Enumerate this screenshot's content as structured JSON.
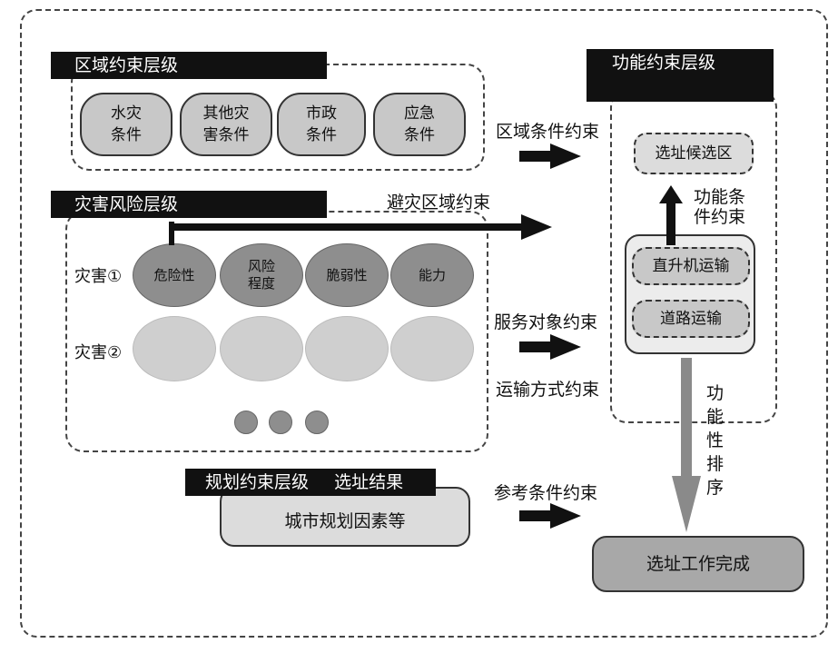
{
  "regional_level": {
    "title": "区域约束层级",
    "items": [
      "水灾\n条件",
      "其他灾\n害条件",
      "市政\n条件",
      "应急\n条件"
    ]
  },
  "disaster_level": {
    "title": "灾害风险层级",
    "rows": [
      {
        "label": "灾害①",
        "items": [
          "危险性",
          "风险\n程度",
          "脆弱性",
          "能力"
        ]
      },
      {
        "label": "灾害②",
        "items": [
          "",
          "",
          "",
          ""
        ]
      }
    ]
  },
  "planning_level": {
    "title": "规划约束层级",
    "result_label": "选址结果",
    "factor": "城市规划因素等"
  },
  "function_level": {
    "title": "功能约束层级",
    "candidate": "选址候选区",
    "helicopter": "直升机运输",
    "road": "道路运输",
    "func_constraint": "功能条\n件约束"
  },
  "constraints": {
    "regional": "区域条件约束",
    "avoid": "避灾区域约束",
    "service": "服务对象约束",
    "transport": "运输方式约束",
    "reference": "参考条件约束"
  },
  "functional_sort": "功\n能\n性\n排\n序",
  "final": "选址工作完成"
}
